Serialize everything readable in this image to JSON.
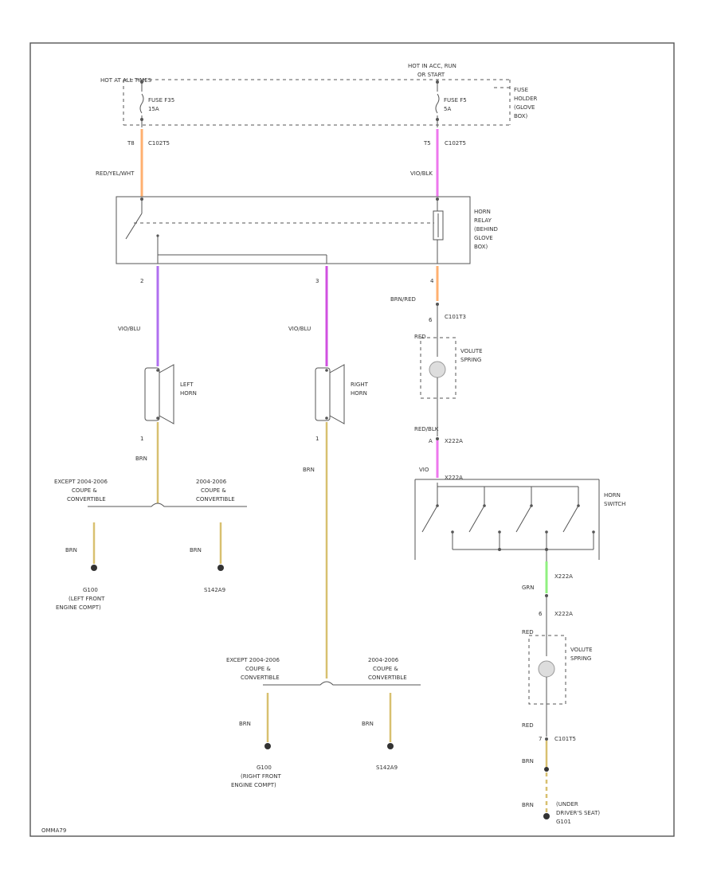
{
  "colors": {
    "orange": "#ffb070",
    "violet": "#d050e0",
    "pink": "#ee77ee",
    "violet_blue": "#b070f0",
    "tan": "#d8c070",
    "green": "#90f080",
    "line": "#555555"
  },
  "power": {
    "left_source": "HOT AT ALL TIMES",
    "left_fuse": "FUSE F35",
    "left_fuse_rating": "15A",
    "left_terminal": "T8",
    "left_connector": "C102T5",
    "right_source_1": "HOT IN ACC, RUN",
    "right_source_2": "OR START",
    "right_fuse": "FUSE F5",
    "right_fuse_rating": "5A",
    "right_terminal": "T5",
    "right_connector": "C102T5",
    "fuse_box_1": "FUSE",
    "fuse_box_2": "HOLDER",
    "fuse_box_3": "(GLOVE",
    "fuse_box_4": "BOX)"
  },
  "wires": {
    "red_yel": "RED/YEL/WHT",
    "vio_blk": "VIO/BLK",
    "vio_blu_left": "VIO/BLU",
    "vio_blu_right": "VIO/BLU",
    "brn_red": "BRN/RED",
    "red_blk": "RED/BLK",
    "vio_horn_sw": "VIO"
  },
  "relay": {
    "label_1": "HORN",
    "label_2": "RELAY",
    "label_3": "(BEHIND",
    "label_4": "GLOVE",
    "label_5": "BOX)",
    "pin_left": "2",
    "pin_mid": "3",
    "pin_right": "4"
  },
  "spring_top": {
    "conn": "C101T3",
    "pin": "6",
    "wire": "RED",
    "label_1": "VOLUTE",
    "label_2": "SPRING",
    "conn_b": "X222A",
    "pin_b": "A"
  },
  "left_horn": {
    "label_1": "LEFT",
    "label_2": "HORN",
    "pin": "1",
    "wire": "BRN",
    "except_1": "EXCEPT 2004-2006",
    "except_2": "COUPE &",
    "except_3": "CONVERTIBLE",
    "only_1": "2004-2006",
    "only_2": "COUPE &",
    "only_3": "CONVERTIBLE",
    "wire_a": "BRN",
    "wire_b": "BRN",
    "ground_a_1": "G100",
    "ground_a_2": "(LEFT FRONT",
    "ground_a_3": "ENGINE COMPT)",
    "ground_b": "S142A9"
  },
  "right_horn": {
    "label_1": "RIGHT",
    "label_2": "HORN",
    "pin": "1",
    "wire": "BRN",
    "except_1": "EXCEPT 2004-2006",
    "except_2": "COUPE &",
    "except_3": "CONVERTIBLE",
    "only_1": "2004-2006",
    "only_2": "COUPE &",
    "only_3": "CONVERTIBLE",
    "wire_a": "BRN",
    "wire_b": "BRN",
    "ground_a_1": "G100",
    "ground_a_2": "(RIGHT FRONT",
    "ground_a_3": "ENGINE COMPT)",
    "ground_b": "S142A9"
  },
  "horn_switch": {
    "conn": "X222A",
    "label_1": "HORN",
    "label_2": "SWITCH",
    "wire": "GRN",
    "conn_b": "X222A",
    "conn_c": "X222A",
    "pin_c": "6"
  },
  "spring_bottom": {
    "wire": "RED",
    "label_1": "VOLUTE",
    "label_2": "SPRING",
    "wire_b": "RED",
    "conn": "C101T5",
    "pin": "7",
    "wire_c": "BRN",
    "wire_d": "BRN",
    "ground_1": "(UNDER",
    "ground_2": "DRIVER'S SEAT)",
    "ground_3": "G101"
  },
  "footer": {
    "id": "OMMA79"
  }
}
